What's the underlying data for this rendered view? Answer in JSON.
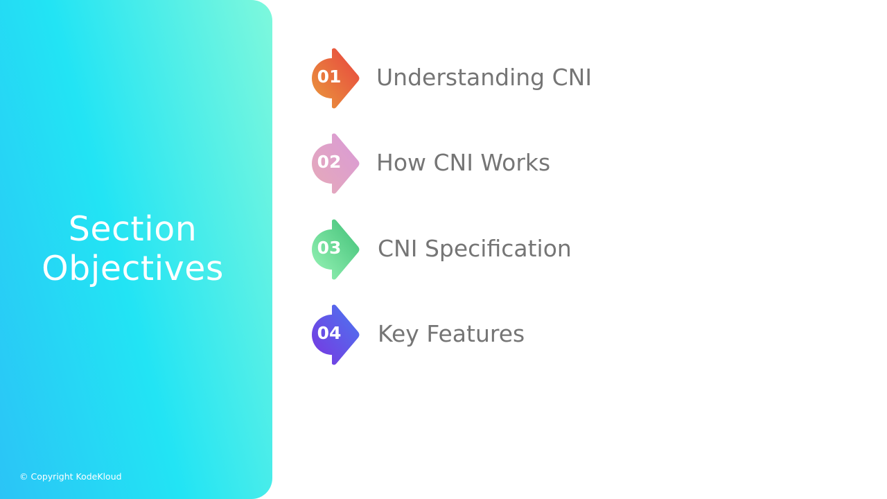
{
  "panel": {
    "title_line1": "Section",
    "title_line2": "Objectives",
    "copyright": "© Copyright KodeKloud"
  },
  "objectives": [
    {
      "number": "01",
      "label": "Understanding CNI",
      "colors": [
        "#e8423f",
        "#e99a3c"
      ]
    },
    {
      "number": "02",
      "label": "How CNI Works",
      "colors": [
        "#d99ad8",
        "#e6aab8"
      ]
    },
    {
      "number": "03",
      "label": "CNI Specification",
      "colors": [
        "#3fbf76",
        "#9af5b8"
      ]
    },
    {
      "number": "04",
      "label": "Key Features",
      "colors": [
        "#4a78f0",
        "#7a35e0"
      ]
    }
  ]
}
